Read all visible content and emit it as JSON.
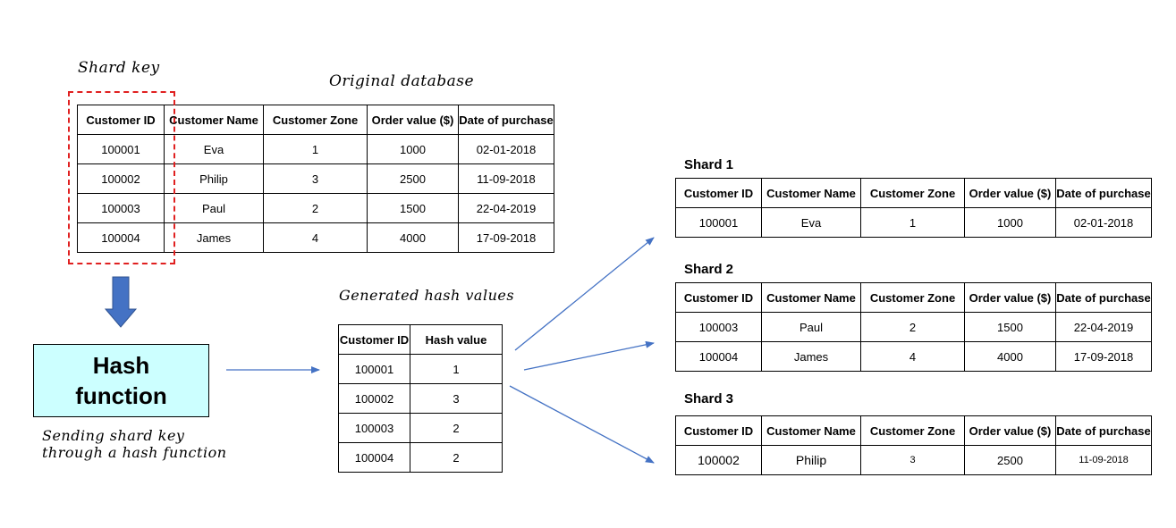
{
  "labels": {
    "shard_key": "Shard key",
    "original_database": "Original database",
    "generated_hash_values": "Generated hash values",
    "hash_function_line1": "Hash",
    "hash_function_line2": "function",
    "note_line1": "Sending shard key",
    "note_line2": "through a hash function"
  },
  "original": {
    "headers": [
      "Customer ID",
      "Customer Name",
      "Customer Zone",
      "Order value ($)",
      "Date of purchase"
    ],
    "rows": [
      [
        "100001",
        "Eva",
        "1",
        "1000",
        "02-01-2018"
      ],
      [
        "100002",
        "Philip",
        "3",
        "2500",
        "11-09-2018"
      ],
      [
        "100003",
        "Paul",
        "2",
        "1500",
        "22-04-2019"
      ],
      [
        "100004",
        "James",
        "4",
        "4000",
        "17-09-2018"
      ]
    ]
  },
  "hash_table": {
    "headers": [
      "Customer ID",
      "Hash value"
    ],
    "rows": [
      [
        "100001",
        "1"
      ],
      [
        "100002",
        "3"
      ],
      [
        "100003",
        "2"
      ],
      [
        "100004",
        "2"
      ]
    ]
  },
  "shards": [
    {
      "title": "Shard 1",
      "headers": [
        "Customer ID",
        "Customer Name",
        "Customer Zone",
        "Order value ($)",
        "Date of purchase"
      ],
      "rows": [
        [
          "100001",
          "Eva",
          "1",
          "1000",
          "02-01-2018"
        ]
      ]
    },
    {
      "title": "Shard 2",
      "headers": [
        "Customer ID",
        "Customer Name",
        "Customer Zone",
        "Order value ($)",
        "Date of purchase"
      ],
      "rows": [
        [
          "100003",
          "Paul",
          "2",
          "1500",
          "22-04-2019"
        ],
        [
          "100004",
          "James",
          "4",
          "4000",
          "17-09-2018"
        ]
      ]
    },
    {
      "title": "Shard 3",
      "headers": [
        "Customer ID",
        "Customer Name",
        "Customer Zone",
        "Order value ($)",
        "Date of purchase"
      ],
      "rows": [
        [
          "100002",
          "Philip",
          "3",
          "2500",
          "11-09-2018"
        ]
      ]
    }
  ],
  "colors": {
    "shard_key_border": "#e02020",
    "hash_box_fill": "#ccffff",
    "arrow": "#4472c4"
  }
}
